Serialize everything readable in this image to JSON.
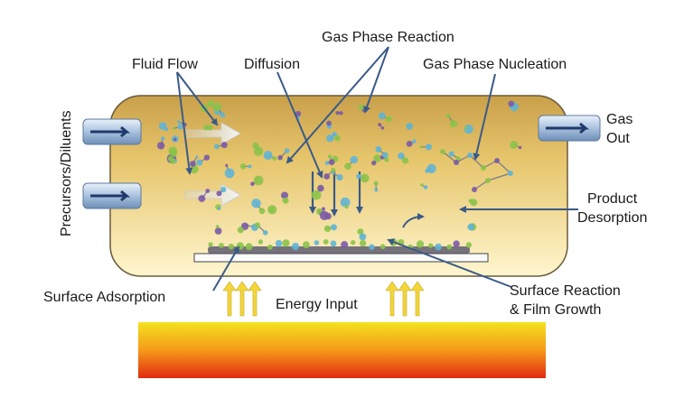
{
  "labels": {
    "precursors": "Precursors/Diluents",
    "fluid_flow": "Fluid Flow",
    "diffusion": "Diffusion",
    "gas_phase_reaction": "Gas Phase Reaction",
    "gas_phase_nucleation": "Gas Phase Nucleation",
    "gas_out_line1": "Gas",
    "gas_out_line2": "Out",
    "product_desorption_line1": "Product",
    "product_desorption_line2": "Desorption",
    "surface_adsorption": "Surface Adsorption",
    "energy_input": "Energy Input",
    "surface_reaction_line1": "Surface Reaction",
    "surface_reaction_line2": "& Film Growth"
  },
  "colors": {
    "chamber_fill_top": "#c9a04a",
    "chamber_fill_bottom": "#fff6cf",
    "callout_line": "#3a5a88",
    "inlet_pipe": "#a9c1de",
    "energy_arrow": "#f2d63a",
    "heater_top": "#f4e21e",
    "heater_bottom": "#e22a10",
    "molecule_green": "#8bc34a",
    "molecule_purple": "#7b5aa6",
    "molecule_blue": "#5fb4d6"
  },
  "icons": {
    "inlet": "pipe-arrow-icon",
    "outlet": "pipe-arrow-icon",
    "energy": "upward-arrow-icon"
  }
}
